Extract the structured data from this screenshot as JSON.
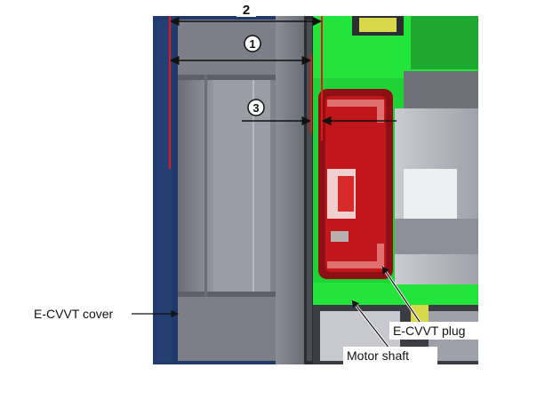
{
  "dimensions": {
    "d1": "1",
    "d2": "2",
    "d3": "3"
  },
  "labels": {
    "cover": "E-CVVT cover",
    "plug": "E-CVVT plug",
    "shaft": "Motor shaft"
  },
  "colors": {
    "housing_blue": "#1f3a6b",
    "housing_grey": "#7c7f88",
    "shaft_green": "#22e43a",
    "plug_red": "#c1161b",
    "guide_red": "#e11b1b",
    "background": "#ffffff"
  }
}
